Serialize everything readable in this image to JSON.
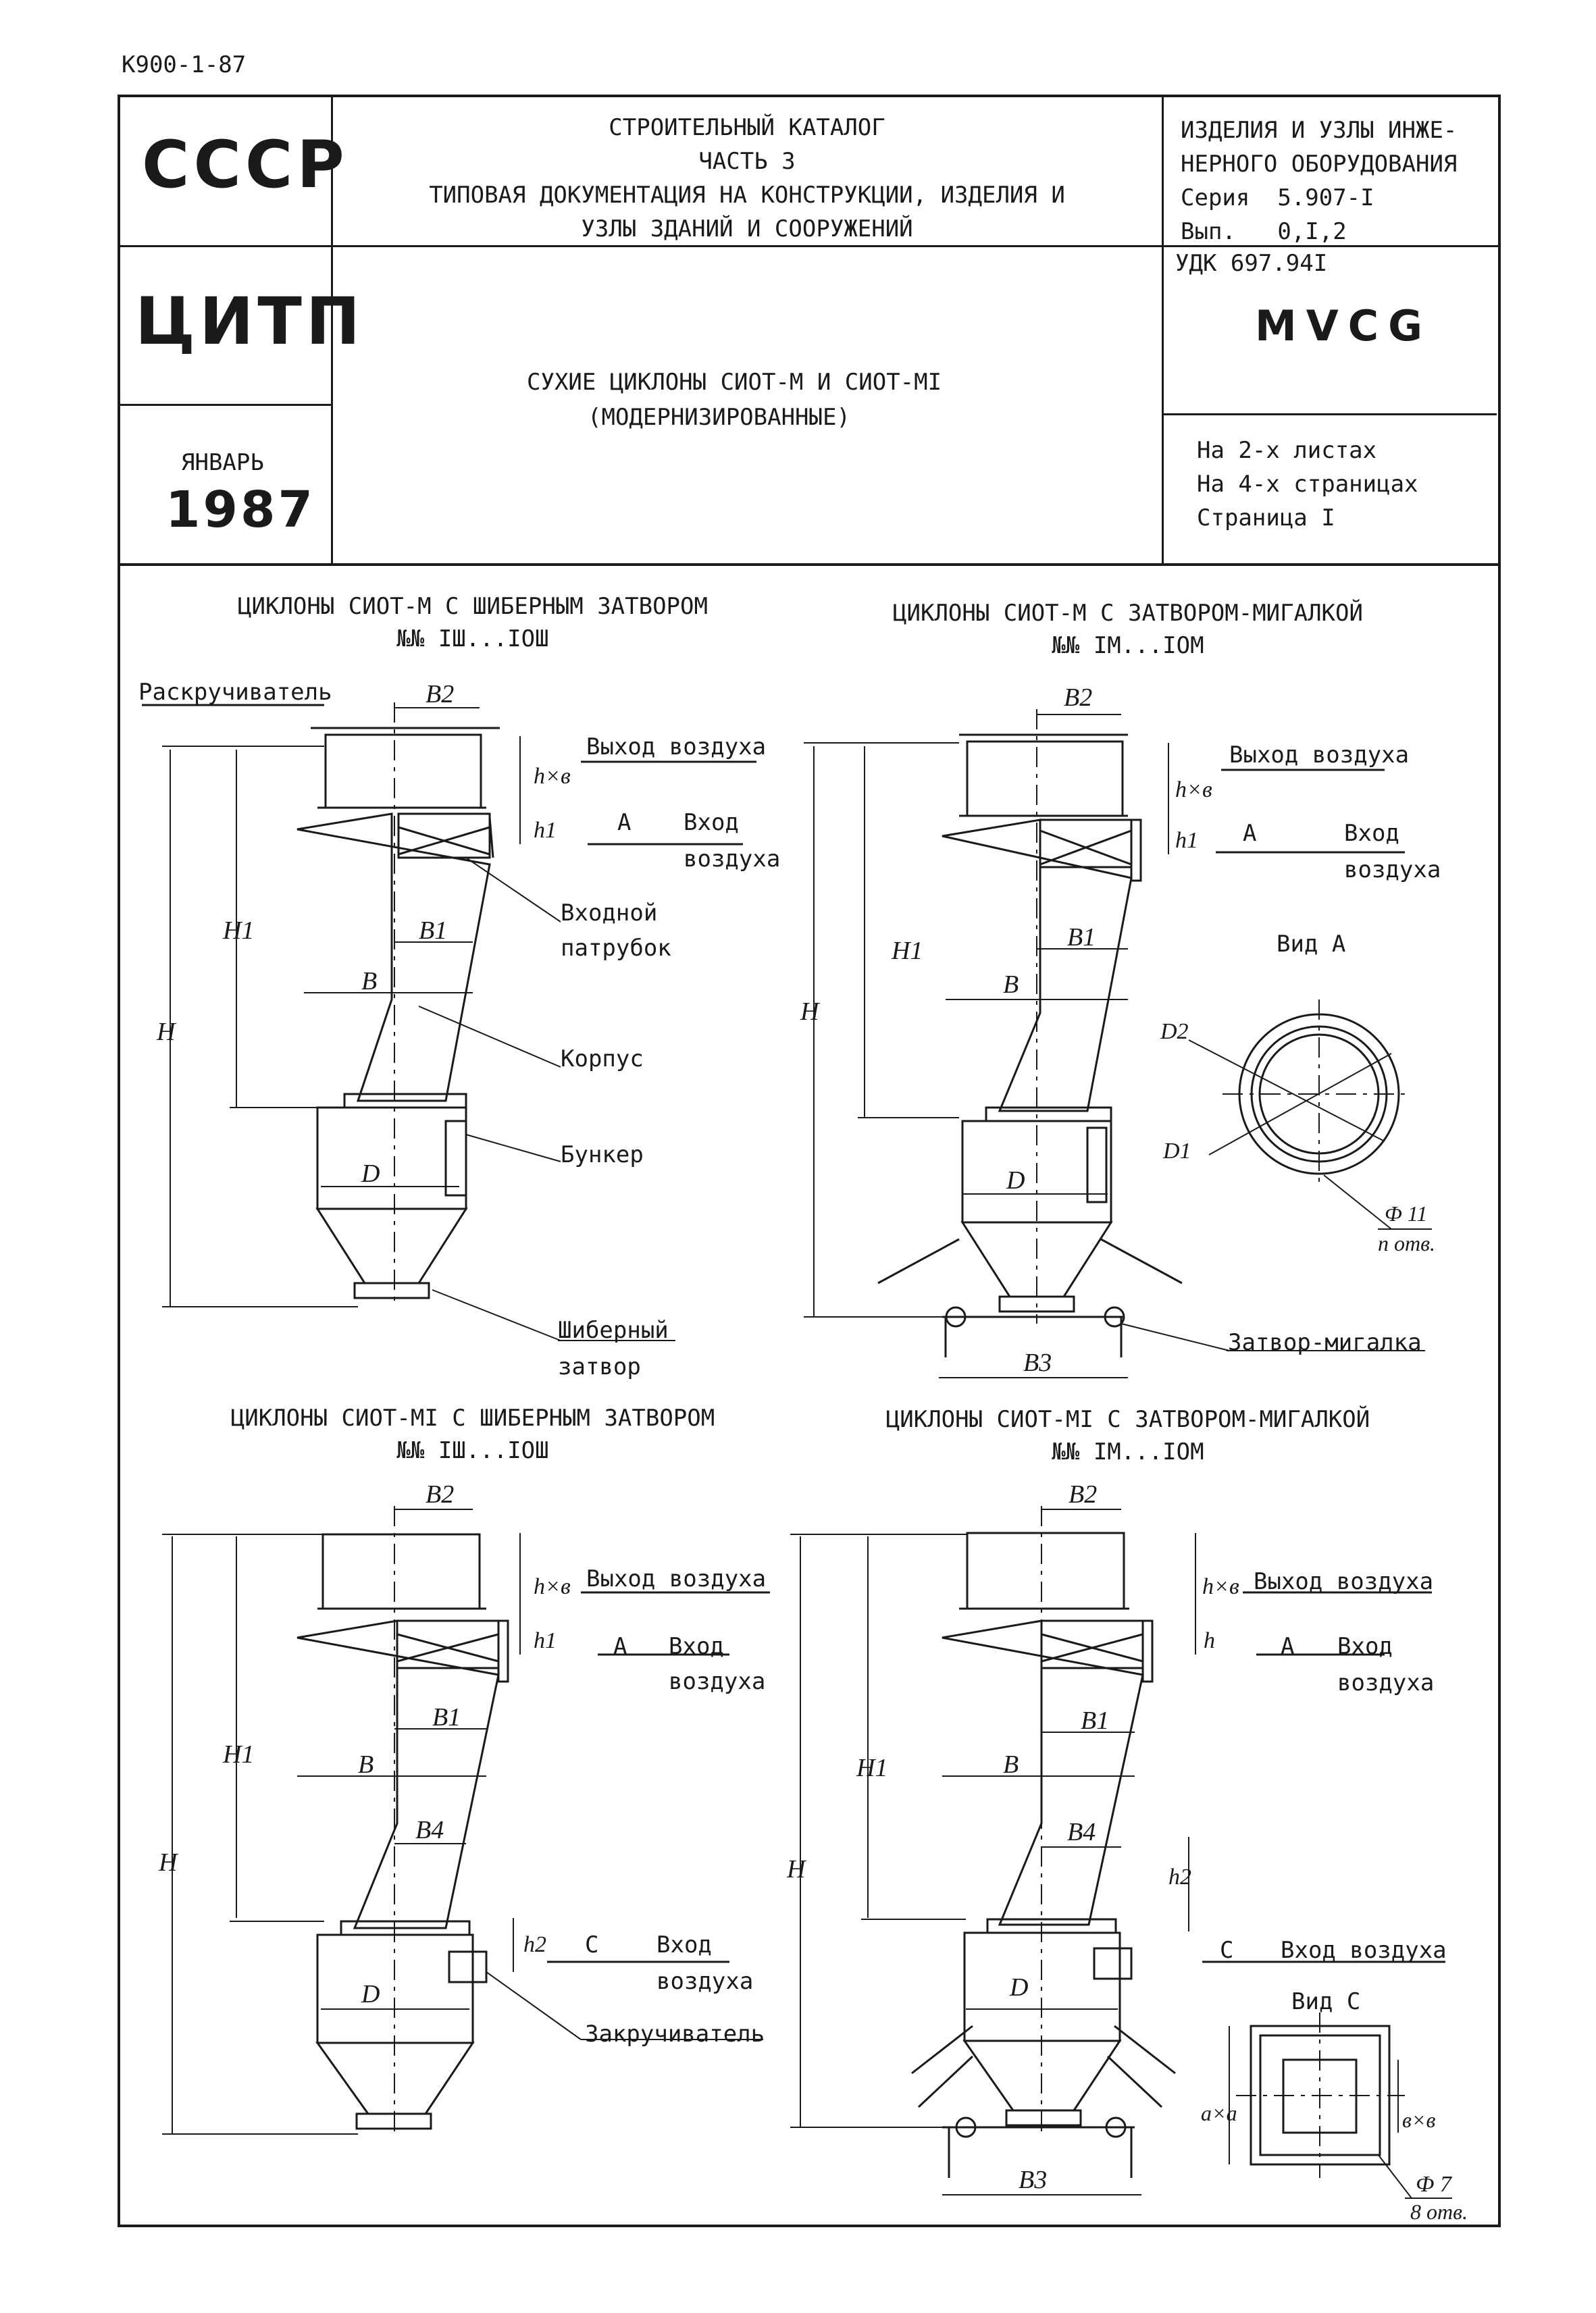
{
  "doc_code": "К900-1-87",
  "header": {
    "country": "СССР",
    "org": "ЦИТП",
    "month": "ЯНВАРЬ",
    "year": "1987",
    "catalog_lines": [
      "СТРОИТЕЛЬНЫЙ КАТАЛОГ",
      "ЧАСТЬ 3",
      "ТИПОВАЯ ДОКУМЕНТАЦИЯ НА КОНСТРУКЦИИ, ИЗДЕЛИЯ И",
      "УЗЛЫ ЗДАНИЙ И СООРУЖЕНИЙ"
    ],
    "category_lines": [
      "ИЗДЕЛИЯ И УЗЛЫ ИНЖЕ-",
      "НЕРНОГО ОБОРУДОВАНИЯ"
    ],
    "series_label": "Серия",
    "series_value": "5.907-I",
    "issue_label": "Вып.",
    "issue_value": "0,I,2",
    "udk": "УДК 697.94I",
    "code": "MVCG",
    "title_lines": [
      "СУХИЕ ЦИКЛОНЫ СИОТ-М И СИОТ-МI",
      "(МОДЕРНИЗИРОВАННЫЕ)"
    ],
    "sheets_lines": [
      "На 2-х листах",
      "На 4-х страницах",
      "Страница I"
    ]
  },
  "drawings": {
    "d1": {
      "title": "ЦИКЛОНЫ СИОТ-М С ШИБЕРНЫМ ЗАТВОРОМ",
      "numbers": "№№ IШ...IОШ"
    },
    "d2": {
      "title": "ЦИКЛОНЫ СИОТ-М С ЗАТВОРОМ-МИГАЛКОЙ",
      "numbers": "№№ IМ...IОМ"
    },
    "d3": {
      "title": "ЦИКЛОНЫ СИОТ-МI С ШИБЕРНЫМ ЗАТВОРОМ",
      "numbers": "№№ IШ...IОШ"
    },
    "d4": {
      "title": "ЦИКЛОНЫ СИОТ-МI С ЗАТВОРОМ-МИГАЛКОЙ",
      "numbers": "№№ IМ...IОМ"
    }
  },
  "labels": {
    "untwister": "Раскручиватель",
    "air_out": "Выход воздуха",
    "air_in_1": "Вход",
    "air_in_2": "воздуха",
    "air_in_full": "Вход воздуха",
    "view_a_marker": "А",
    "view_c_marker": "С",
    "inlet_1": "Входной",
    "inlet_2": "патрубок",
    "body": "Корпус",
    "bunker": "Бункер",
    "slide_gate_1": "Шиберный",
    "slide_gate_2": "затвор",
    "flap_gate": "Затвор-мигалка",
    "twister": "Закручиватель",
    "view_a": "Вид А",
    "view_c": "Вид С",
    "hole_a": "Ф 11",
    "hole_a_count": "n отв.",
    "hole_c": "Ф 7",
    "hole_c_count": "8 отв."
  },
  "dims": {
    "B": "B",
    "B1": "B1",
    "B2": "B2",
    "B3": "B3",
    "B4": "B4",
    "H": "H",
    "H1": "H1",
    "h1": "h1",
    "h2": "h2",
    "h": "h",
    "hxb": "h×в",
    "D": "D",
    "D1": "D1",
    "D2": "D2",
    "axa": "a×a",
    "bxb": "в×в"
  }
}
